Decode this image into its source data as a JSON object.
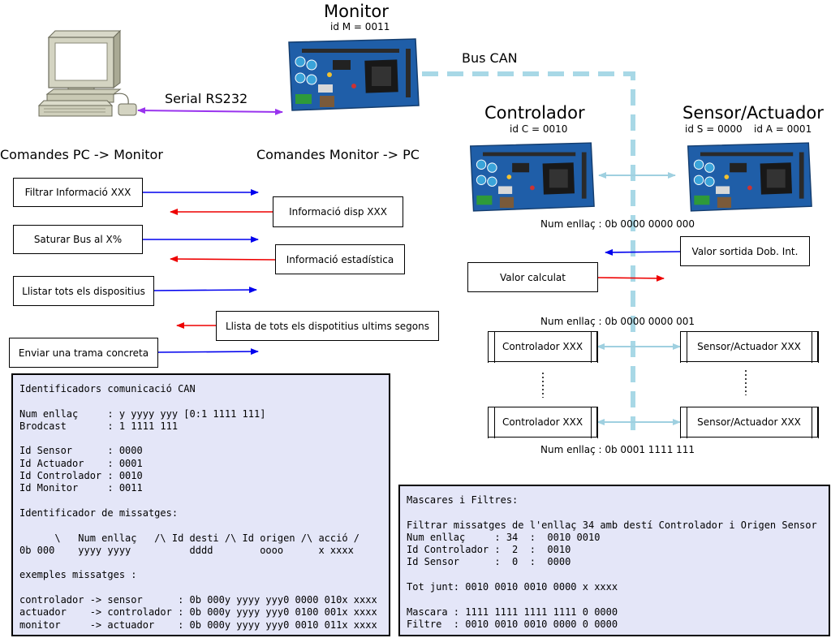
{
  "monitor": {
    "title": "Monitor",
    "id": "id M = 0011"
  },
  "bus_label": "Bus CAN",
  "serial_label": "Serial RS232",
  "controlador": {
    "title": "Controlador",
    "id": "id C = 0010"
  },
  "sensor": {
    "title": "Sensor/Actuador",
    "id_s": "id S = 0000",
    "id_a": "id A = 0001"
  },
  "headers": {
    "pc_to_monitor": "Comandes PC -> Monitor",
    "monitor_to_pc": "Comandes Monitor -> PC"
  },
  "commands_pc": [
    "Filtrar Informació XXX",
    "Saturar Bus al X%",
    "Llistar tots els dispositius",
    "Enviar una trama concreta"
  ],
  "commands_monitor": [
    "Informació disp XXX",
    "Informació estadística",
    "Llista de tots els dispotitius ultims segons"
  ],
  "links": {
    "link0": "Num enllaç : 0b 0000 0000 000",
    "link1": "Num enllaç : 0b 0000 0000 001",
    "link_last": "Num enllaç : 0b 0001 1111 111",
    "valor_sortida": "Valor sortida Dob. Int.",
    "valor_calculat": "Valor calculat",
    "node_controlador": "Controlador XXX",
    "node_sensor": "Sensor/Actuador XXX"
  },
  "panel_can": {
    "lines": [
      "Identificadors comunicació CAN",
      "",
      "Num enllaç     : y yyyy yyy [0:1 1111 111]",
      "Brodcast       : 1 1111 111",
      "",
      "Id Sensor      : 0000",
      "Id Actuador    : 0001",
      "Id Controlador : 0010",
      "Id Monitor     : 0011",
      "",
      "Identificador de missatges:",
      "",
      "      \\   Num enllaç   /\\ Id desti /\\ Id origen /\\ acció /",
      "0b 000    yyyy yyyy          dddd        oooo      x xxxx",
      "",
      "exemples missatges :",
      "",
      "controlador -> sensor      : 0b 000y yyyy yyy0 0000 010x xxxx",
      "actuador    -> controlador : 0b 000y yyyy yyy0 0100 001x xxxx",
      "monitor     -> actuador    : 0b 000y yyyy yyy0 0010 011x xxxx"
    ]
  },
  "panel_masks": {
    "lines": [
      "Mascares i Filtres:",
      "",
      "Filtrar missatges de l'enllaç 34 amb destí Controlador i Origen Sensor",
      "Num enllaç     : 34  :  0010 0010",
      "Id Controlador :  2  :  0010",
      "Id Sensor      :  0  :  0000",
      "",
      "Tot junt: 0010 0010 0010 0000 x xxxx",
      "",
      "Mascara : 1111 1111 1111 1111 0 0000",
      "Filtre  : 0010 0010 0010 0000 0 0000"
    ]
  },
  "colors": {
    "forward_arrow": "#0000ee",
    "return_arrow": "#ee0000",
    "serial_arrow": "#9933ee",
    "bus": "#a8d8e6",
    "link_arrow": "#9fd0e0",
    "panel_bg": "#e4e6f8"
  }
}
